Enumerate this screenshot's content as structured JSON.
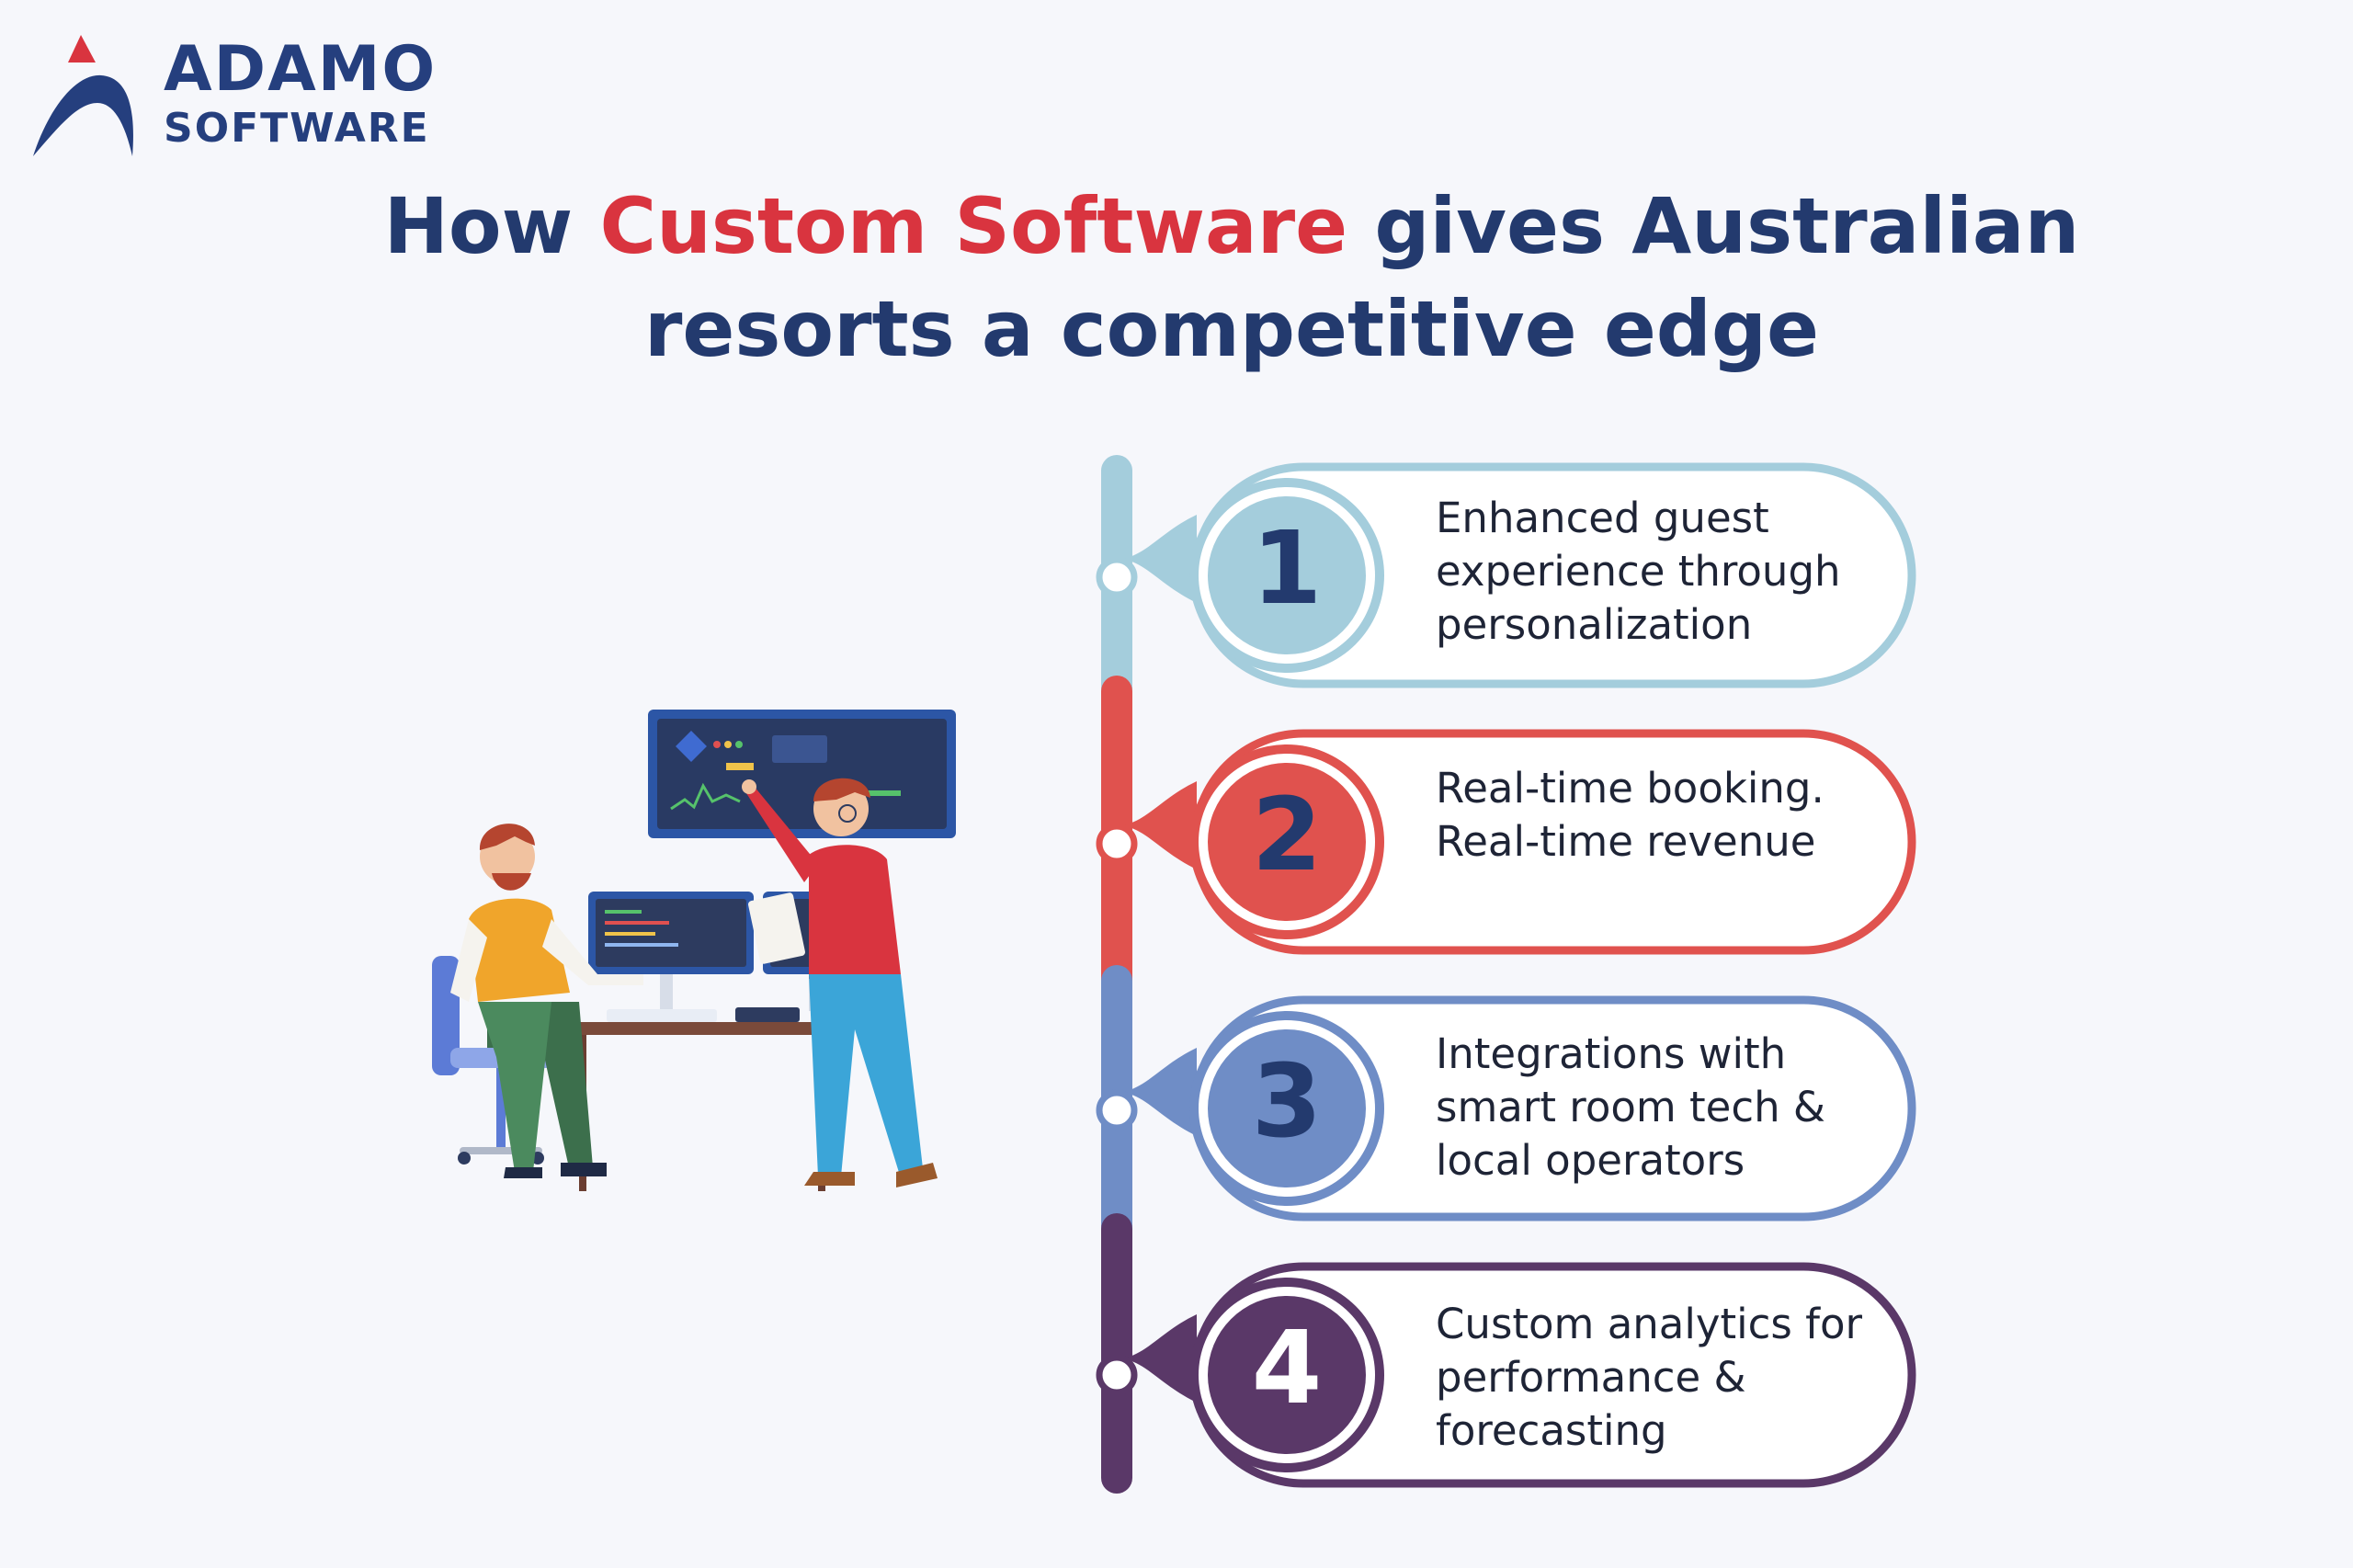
{
  "brand": {
    "name": "ADAMO",
    "sub": "SOFTWARE"
  },
  "headline": {
    "prefix": "How ",
    "highlight": "Custom Software",
    "line1_rest": " gives Australian",
    "line2": "resorts a competitive edge"
  },
  "colors": {
    "navy": "#233a6e",
    "accent_red": "#d9343f",
    "step1": "#a4cddc",
    "step2": "#e0524e",
    "step3": "#6f8dc6",
    "step4": "#5a3868"
  },
  "steps": [
    {
      "number": "1",
      "text": "Enhanced guest experience through personalization"
    },
    {
      "number": "2",
      "text": "Real-time booking. Real-time revenue"
    },
    {
      "number": "3",
      "text": "Integrations with smart room tech & local operators"
    },
    {
      "number": "4",
      "text": "Custom analytics for performance & forecasting"
    }
  ],
  "illustration": "two-developers-at-workstation"
}
